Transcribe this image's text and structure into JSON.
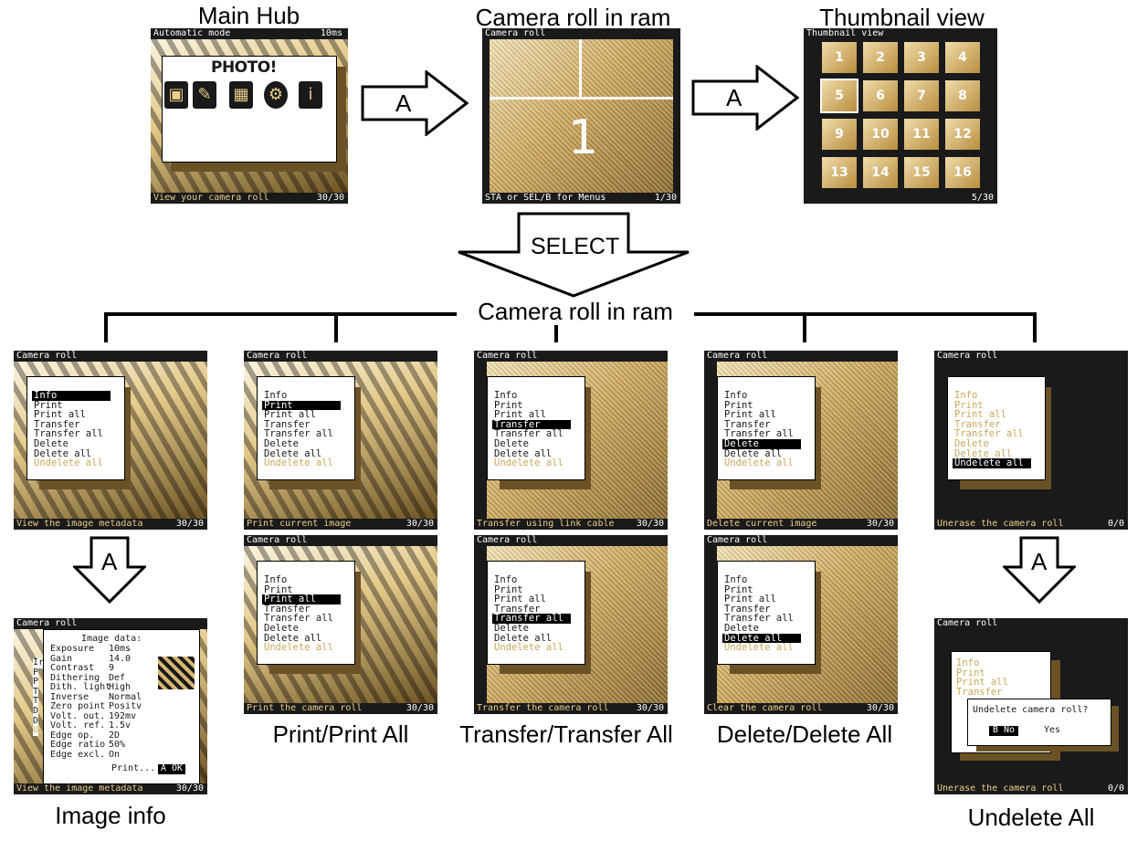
{
  "labels": {
    "main_hub": "Main Hub",
    "camera_roll_ram_top": "Camera roll in ram",
    "thumbnail_view": "Thumbnail view",
    "camera_roll_ram_mid": "Camera roll in ram",
    "print_all": "Print/Print All",
    "transfer_all": "Transfer/Transfer All",
    "delete_all": "Delete/Delete All",
    "image_info": "Image info",
    "undelete_all": "Undelete All"
  },
  "arrows": {
    "a1": "A",
    "a2": "A",
    "select": "SELECT",
    "a3": "A",
    "a4": "A"
  },
  "hub": {
    "title": "Automatic mode",
    "title_right": "10ms",
    "logo": "PHOTO!",
    "footer": "View your camera roll",
    "count": "30/30"
  },
  "roll": {
    "title": "Camera roll",
    "big_number": "1",
    "footer": "STA or SEL/B for Menus",
    "count": "1/30"
  },
  "thumbs": {
    "title": "Thumbnail view",
    "count": "5/30",
    "cells": [
      "1",
      "2",
      "3",
      "4",
      "5",
      "6",
      "7",
      "8",
      "9",
      "10",
      "11",
      "12",
      "13",
      "14",
      "15",
      "16"
    ]
  },
  "menu_items": [
    "Info",
    "Print",
    "Print all",
    "Transfer",
    "Transfer all",
    "Delete",
    "Delete all",
    "Undelete all"
  ],
  "screens": {
    "info": {
      "title": "Camera roll",
      "footer": "View the image metadata",
      "count": "30/30"
    },
    "print": {
      "title": "Camera roll",
      "footer": "Print current image",
      "count": "30/30"
    },
    "transfer": {
      "title": "Camera roll",
      "footer": "Transfer using link cable",
      "count": "30/30"
    },
    "delete": {
      "title": "Camera roll",
      "footer": "Delete current image",
      "count": "30/30"
    },
    "undelete": {
      "title": "Camera roll",
      "footer": "Unerase the camera roll",
      "count": "0/0"
    },
    "print_all": {
      "title": "Camera roll",
      "footer": "Print the camera roll",
      "count": "30/30"
    },
    "transfer_all": {
      "title": "Camera roll",
      "footer": "Transfer the camera roll",
      "count": "30/30"
    },
    "delete_all": {
      "title": "Camera roll",
      "footer": "Clear the camera roll",
      "count": "30/30"
    },
    "image_info": {
      "title": "Camera roll",
      "footer": "View the image metadata",
      "count": "30/30"
    },
    "undelete_confirm": {
      "title": "Camera roll",
      "footer": "Unerase the camera roll",
      "count": "0/0"
    }
  },
  "image_data": {
    "heading": "Image data:",
    "rows": [
      [
        "Exposure",
        "10ms"
      ],
      [
        "Gain",
        "14.0"
      ],
      [
        "Contrast",
        "9"
      ],
      [
        "Dithering",
        "Def"
      ],
      [
        "Dith. light",
        "High"
      ],
      [
        "Inverse",
        "Normal"
      ],
      [
        "Zero point",
        "Positv"
      ],
      [
        "Volt. out.",
        "192mv"
      ],
      [
        "Volt. ref.",
        "1.5v"
      ],
      [
        "Edge op.",
        "2D"
      ],
      [
        "Edge ratio",
        "50%"
      ],
      [
        "Edge excl.",
        "On"
      ]
    ],
    "print_label": "Print...",
    "ok_label": "A OK",
    "side_letters": [
      "Ir",
      "P",
      "P",
      "T",
      "T",
      "D",
      "D",
      "U"
    ]
  },
  "undelete_dialog": {
    "question": "Undelete camera roll?",
    "no": "B No",
    "yes": "Yes"
  },
  "colors": {
    "screen_bg": "#1a1a1a",
    "gold": "#c9a75a",
    "brown": "#6b5226",
    "footer_text": "#e9cf88"
  }
}
